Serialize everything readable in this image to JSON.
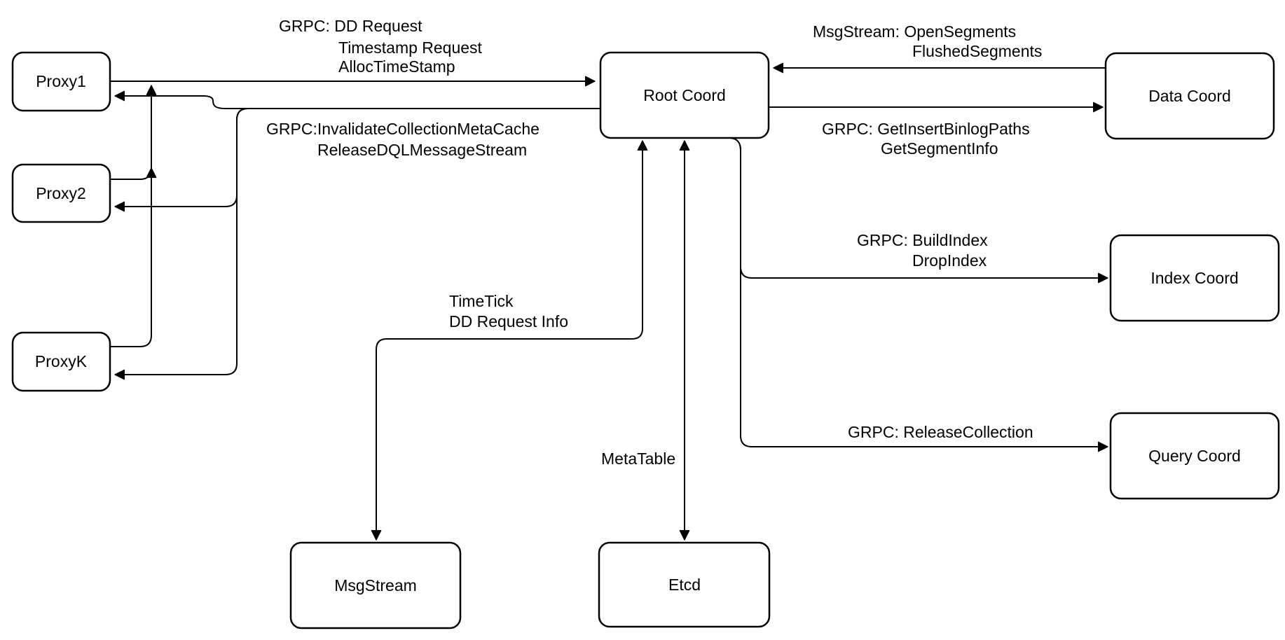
{
  "diagram": {
    "type": "architecture-flow-diagram",
    "colors": {
      "background": "#ffffff",
      "node_fill": "#ffffff",
      "stroke": "#000000",
      "text": "#000000"
    },
    "nodes": [
      {
        "id": "proxy1",
        "label": "Proxy1"
      },
      {
        "id": "proxy2",
        "label": "Proxy2"
      },
      {
        "id": "proxyk",
        "label": "ProxyK"
      },
      {
        "id": "rootcoord",
        "label": "Root Coord"
      },
      {
        "id": "datacoord",
        "label": "Data Coord"
      },
      {
        "id": "indexcoord",
        "label": "Index Coord"
      },
      {
        "id": "querycoord",
        "label": "Query Coord"
      },
      {
        "id": "msgstream",
        "label": "MsgStream"
      },
      {
        "id": "etcd",
        "label": "Etcd"
      }
    ],
    "edge_labels": [
      {
        "id": "proxy-to-root",
        "lines": [
          "GRPC: DD Request",
          "Timestamp Request",
          "AllocTimeStamp"
        ]
      },
      {
        "id": "root-to-proxies",
        "lines": [
          "GRPC:InvalidateCollectionMetaCache",
          "ReleaseDQLMessageStream"
        ]
      },
      {
        "id": "data-to-root",
        "lines": [
          "MsgStream: OpenSegments",
          "FlushedSegments"
        ]
      },
      {
        "id": "root-to-data",
        "lines": [
          "GRPC: GetInsertBinlogPaths",
          "GetSegmentInfo"
        ]
      },
      {
        "id": "root-to-index",
        "lines": [
          "GRPC: BuildIndex",
          "DropIndex"
        ]
      },
      {
        "id": "root-to-query",
        "lines": [
          "GRPC: ReleaseCollection"
        ]
      },
      {
        "id": "root-to-msgstream",
        "lines": [
          "TimeTick",
          "DD Request Info"
        ]
      },
      {
        "id": "root-to-etcd",
        "lines": [
          "MetaTable"
        ]
      }
    ]
  }
}
